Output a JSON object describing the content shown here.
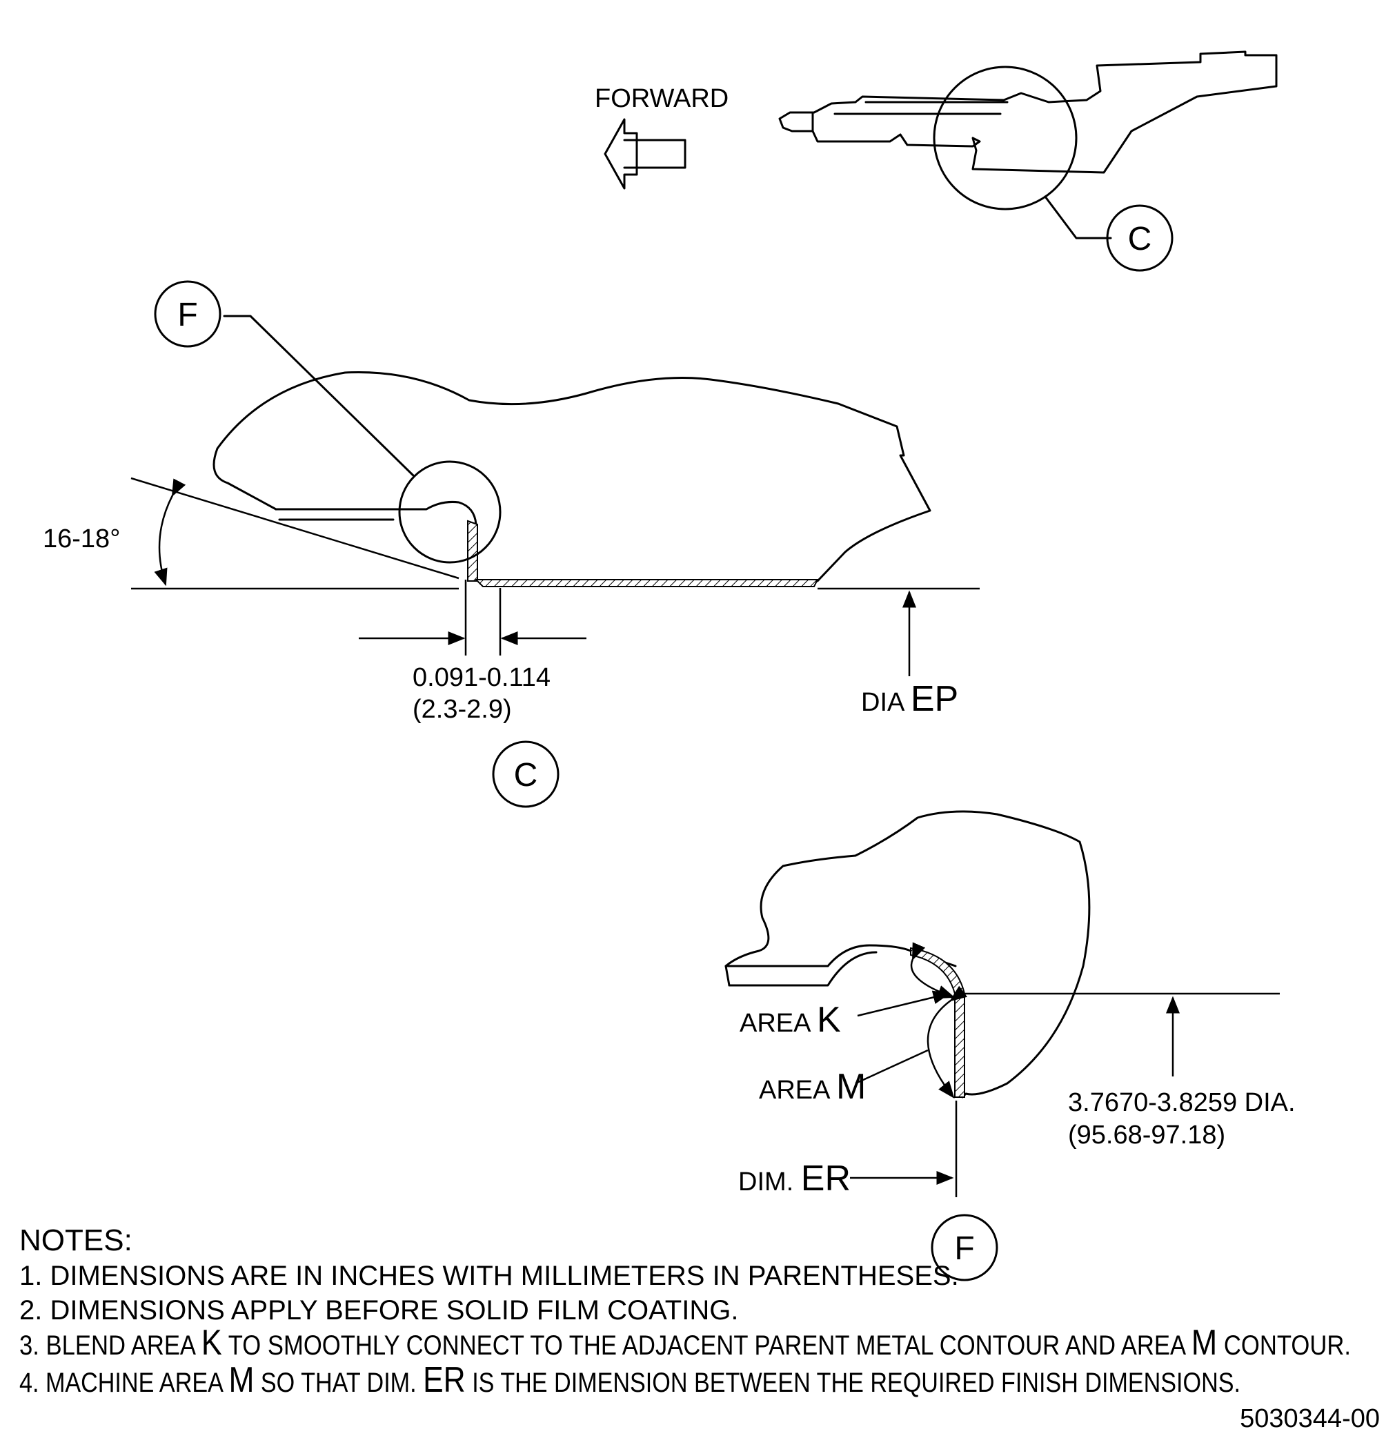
{
  "forward_label": "FORWARD",
  "bubbles": {
    "top_c": "C",
    "f_callout": "F",
    "view_c": "C",
    "view_f": "F"
  },
  "view_c": {
    "angle": "16-18°",
    "dim_in": "0.091-0.114",
    "dim_mm": "(2.3-2.9)",
    "dia_prefix": "DIA ",
    "dia_letter": "EP"
  },
  "view_f": {
    "area_k_prefix": "AREA ",
    "area_k_letter": "K",
    "area_m_prefix": "AREA ",
    "area_m_letter": "M",
    "dia_in": "3.7670-3.8259 DIA.",
    "dia_mm": "(95.68-97.18)",
    "dim_prefix": "DIM. ",
    "dim_letter": "ER"
  },
  "notes": {
    "title": "NOTES:",
    "n1": "1. DIMENSIONS ARE IN INCHES WITH MILLIMETERS IN PARENTHESES.",
    "n2": "2. DIMENSIONS APPLY BEFORE SOLID FILM COATING.",
    "n3_a": "3. BLEND AREA ",
    "n3_k": "K",
    "n3_b": " TO SMOOTHLY CONNECT TO THE ADJACENT PARENT METAL CONTOUR AND AREA ",
    "n3_m": "M",
    "n3_c": " CONTOUR.",
    "n4_a": "4. MACHINE AREA ",
    "n4_m": "M",
    "n4_b": " SO THAT DIM. ",
    "n4_er": "ER",
    "n4_c": " IS THE DIMENSION BETWEEN THE REQUIRED FINISH DIMENSIONS."
  },
  "figure_id": "5030344-00"
}
